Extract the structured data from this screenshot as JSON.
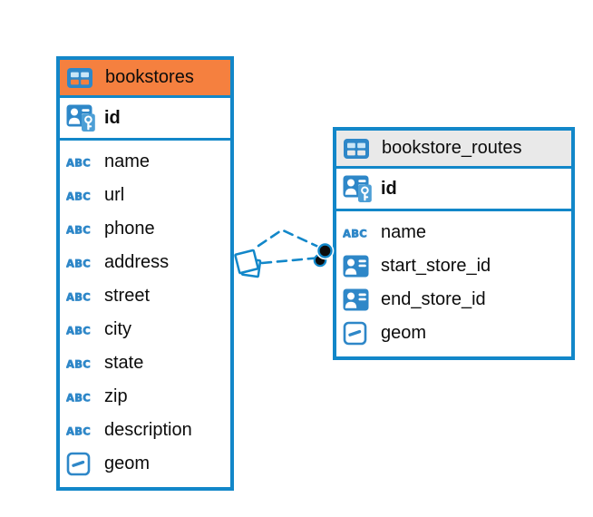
{
  "diagram": {
    "kind": "entity-relationship-diagram",
    "background": "#ffffff",
    "accent_blue": "#1287c9",
    "icon_blue": "#2e87c8",
    "icons": {
      "table": "table-icon",
      "primary_key": "person-key-icon",
      "reference": "person-card-icon",
      "text": "abc-icon",
      "geometry": "geometry-icon"
    },
    "tables": [
      {
        "name": "bookstores",
        "header_bg": "#f5803f",
        "header_icon": "table-icon",
        "key_columns": [
          {
            "name": "id",
            "type": "primary-key",
            "icon": "person-key-icon"
          }
        ],
        "columns": [
          {
            "name": "name",
            "type": "text",
            "icon": "abc-icon"
          },
          {
            "name": "url",
            "type": "text",
            "icon": "abc-icon"
          },
          {
            "name": "phone",
            "type": "text",
            "icon": "abc-icon"
          },
          {
            "name": "address",
            "type": "text",
            "icon": "abc-icon"
          },
          {
            "name": "street",
            "type": "text",
            "icon": "abc-icon"
          },
          {
            "name": "city",
            "type": "text",
            "icon": "abc-icon"
          },
          {
            "name": "state",
            "type": "text",
            "icon": "abc-icon"
          },
          {
            "name": "zip",
            "type": "text",
            "icon": "abc-icon"
          },
          {
            "name": "description",
            "type": "text",
            "icon": "abc-icon"
          },
          {
            "name": "geom",
            "type": "geometry",
            "icon": "geometry-icon"
          }
        ]
      },
      {
        "name": "bookstore_routes",
        "header_bg": "#e9e9e9",
        "header_icon": "table-icon",
        "key_columns": [
          {
            "name": "id",
            "type": "primary-key",
            "icon": "person-key-icon"
          }
        ],
        "columns": [
          {
            "name": "name",
            "type": "text",
            "icon": "abc-icon"
          },
          {
            "name": "start_store_id",
            "type": "reference",
            "icon": "person-card-icon"
          },
          {
            "name": "end_store_id",
            "type": "reference",
            "icon": "person-card-icon"
          },
          {
            "name": "geom",
            "type": "geometry",
            "icon": "geometry-icon"
          }
        ]
      }
    ],
    "connector": {
      "style": "dashed",
      "color": "#1287c9",
      "from_table": "bookstores",
      "to_table": "bookstore_routes",
      "line_count": 2,
      "source_handle": "diamond",
      "target_handle": "dot"
    }
  }
}
